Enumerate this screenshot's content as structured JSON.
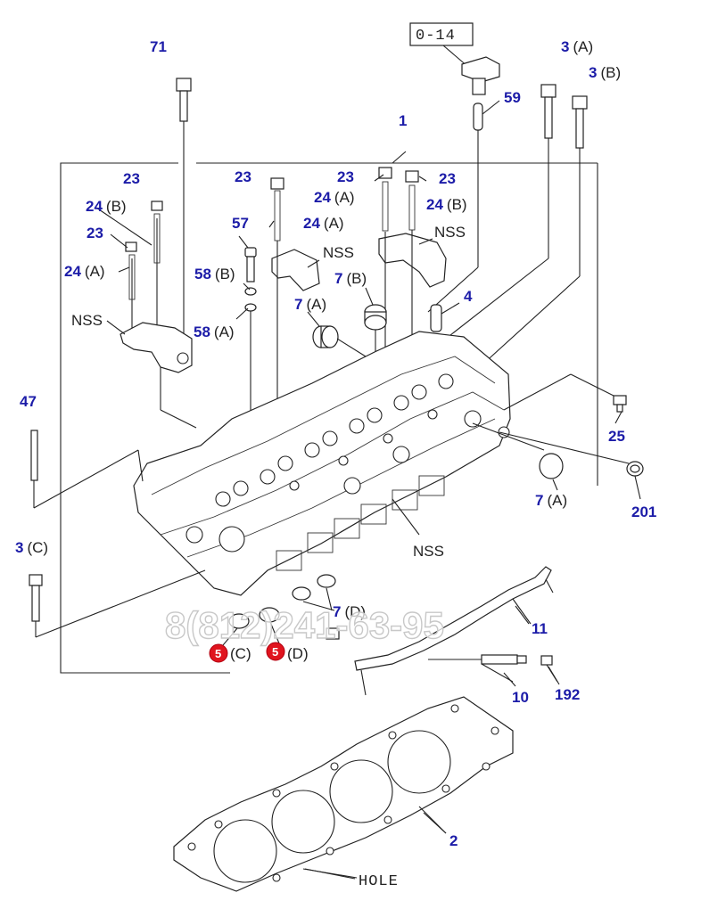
{
  "ref_box": "0-14",
  "callouts": {
    "c71": "71",
    "c59": "59",
    "c3a_num": "3",
    "c3a_sfx": "(A)",
    "c3b_num": "3",
    "c3b_sfx": "(B)",
    "c1": "1",
    "c23_a": "23",
    "c23_b": "23",
    "c23_c": "23",
    "c23_d": "23",
    "c23_e": "23",
    "c24b_1_num": "24",
    "c24b_1_sfx": "(B)",
    "c24a_1_num": "24",
    "c24a_1_sfx": "(A)",
    "c24a_2_num": "24",
    "c24a_2_sfx": "(A)",
    "c24b_2_num": "24",
    "c24b_2_sfx": "(B)",
    "c24a_3_num": "24",
    "c24a_3_sfx": "(A)",
    "c57": "57",
    "c58b_num": "58",
    "c58b_sfx": "(B)",
    "c58a_num": "58",
    "c58a_sfx": "(A)",
    "c7b_num": "7",
    "c7b_sfx": "(B)",
    "c7a1_num": "7",
    "c7a1_sfx": "(A)",
    "c7a2_num": "7",
    "c7a2_sfx": "(A)",
    "c7d_num": "7",
    "c7d_sfx": "(D)",
    "c4": "4",
    "c47": "47",
    "c25": "25",
    "c201": "201",
    "c3c_num": "3",
    "c3c_sfx": "(C)",
    "c11": "11",
    "c10": "10",
    "c192": "192",
    "c2": "2",
    "c5c_num": "5",
    "c5c_sfx": "(C)",
    "c5d_num": "5",
    "c5d_sfx": "(D)"
  },
  "text_labels": {
    "nss_1": "NSS",
    "nss_2": "NSS",
    "nss_3": "NSS",
    "nss_4": "NSS",
    "hole": "HOLE"
  },
  "watermark": "8(812)241-63-95",
  "colors": {
    "callout_blue": "#1c1ca8",
    "line": "#222222",
    "badge_red": "#e0141e",
    "background": "#ffffff"
  }
}
